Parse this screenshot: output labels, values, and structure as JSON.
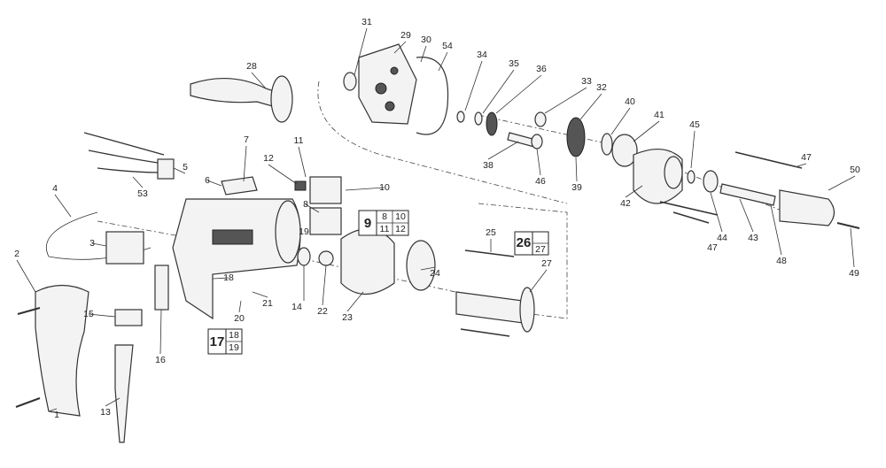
{
  "title": "Drill exploded parts diagram",
  "labels": {
    "p1": "1",
    "p2": "2",
    "p3": "3",
    "p4": "4",
    "p5": "5",
    "p6": "6",
    "p7": "7",
    "p8": "8",
    "p10": "10",
    "p11": "11",
    "p12": "12",
    "p13": "13",
    "p14": "14",
    "p15": "15",
    "p16": "16",
    "p18": "18",
    "p19": "19",
    "p20": "20",
    "p21": "21",
    "p22": "22",
    "p23": "23",
    "p24": "24",
    "p25": "25",
    "p27": "27",
    "p28": "28",
    "p29": "29",
    "p30": "30",
    "p31": "31",
    "p32": "32",
    "p33": "33",
    "p34": "34",
    "p35": "35",
    "p36": "36",
    "p38": "38",
    "p39": "39",
    "p40": "40",
    "p41": "41",
    "p42": "42",
    "p43": "43",
    "p44": "44",
    "p45": "45",
    "p46": "46",
    "p47a": "47",
    "p47b": "47",
    "p48": "48",
    "p49": "49",
    "p50": "50",
    "p53": "53",
    "p54": "54"
  },
  "kits": {
    "k9": {
      "main": "9",
      "items": [
        "8",
        "10",
        "11",
        "12"
      ]
    },
    "k17": {
      "main": "17",
      "items": [
        "18",
        "19"
      ]
    },
    "k26": {
      "main": "26",
      "items": [
        "27"
      ]
    }
  }
}
